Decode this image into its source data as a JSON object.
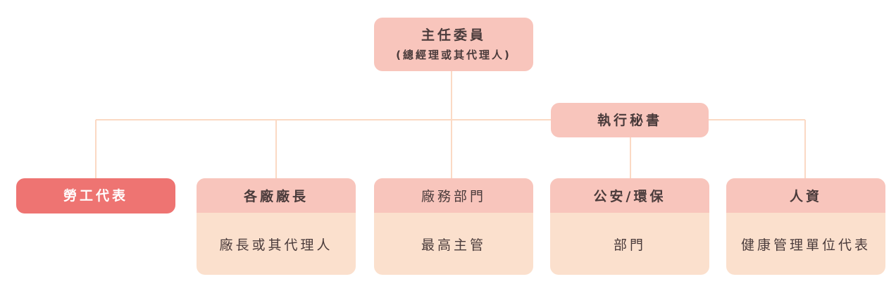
{
  "top": {
    "title": "主任委員",
    "subtitle": "(總經理或其代理人)"
  },
  "secretary": {
    "title": "執行秘書"
  },
  "labor": {
    "title": "勞工代表"
  },
  "cards": [
    {
      "head": "各廠廠長",
      "body": "廠長或其代理人"
    },
    {
      "head": "廠務部門",
      "body": "最高主管"
    },
    {
      "head": "公安/環保",
      "body": "部門"
    },
    {
      "head": "人資",
      "body": "健康管理單位代表"
    }
  ],
  "colors": {
    "box_pink": "#f8c5bc",
    "box_red": "#ee7472",
    "card_body": "#fbe0cd",
    "connector": "#fbd9c4"
  }
}
